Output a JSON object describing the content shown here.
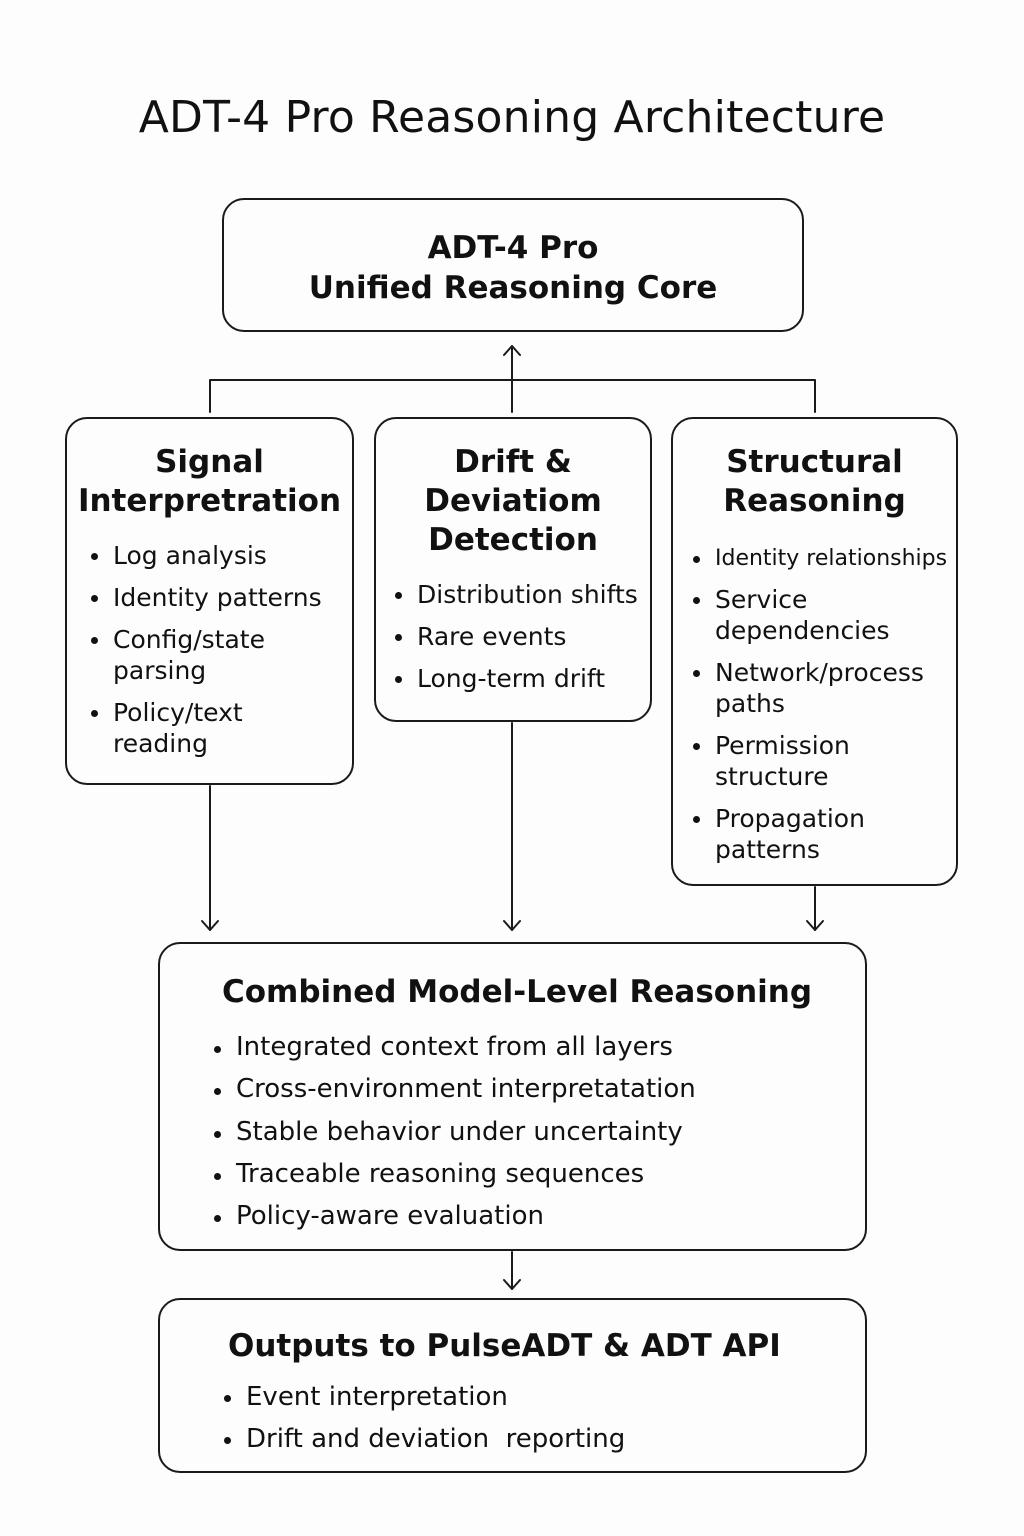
{
  "title": "ADT-4 Pro Reasoning Architecture",
  "core": {
    "line1": "ADT-4 Pro",
    "line2": "Unified Reasoning Core"
  },
  "layers": {
    "signal": {
      "title_lines": [
        "Signal",
        "Interpretration"
      ],
      "items": [
        [
          "Log analysis"
        ],
        [
          "Identity patterns"
        ],
        [
          "Config/state",
          "parsing"
        ],
        [
          "Policy/text",
          "reading"
        ]
      ]
    },
    "drift": {
      "title_lines": [
        "Drift &",
        "Deviatiom",
        "Detection"
      ],
      "items": [
        [
          "Distribution shifts"
        ],
        [
          "Rare events"
        ],
        [
          "Long-term drift"
        ]
      ]
    },
    "structural": {
      "title_lines": [
        "Structural",
        "Reasoning"
      ],
      "items": [
        [
          "Identity relationships"
        ],
        [
          "Service",
          "dependencies"
        ],
        [
          "Network/process",
          "paths"
        ],
        [
          "Permission",
          "structure"
        ],
        [
          "Propagation",
          "patterns"
        ]
      ]
    }
  },
  "combined": {
    "title": "Combined Model-Level Reasoning",
    "items": [
      "Integrated context from all layers",
      "Cross-environment interpretatation",
      "Stable behavior under uncertainty",
      "Traceable reasoning sequences",
      "Policy-aware evaluation"
    ]
  },
  "outputs": {
    "title": "Outputs to PulseADT & ADT API",
    "items": [
      "Event interpretation",
      "Drift and deviation  reporting"
    ]
  },
  "colors": {
    "line": "#1a1a1a",
    "text": "#111111",
    "background": "#fdfdfd"
  }
}
